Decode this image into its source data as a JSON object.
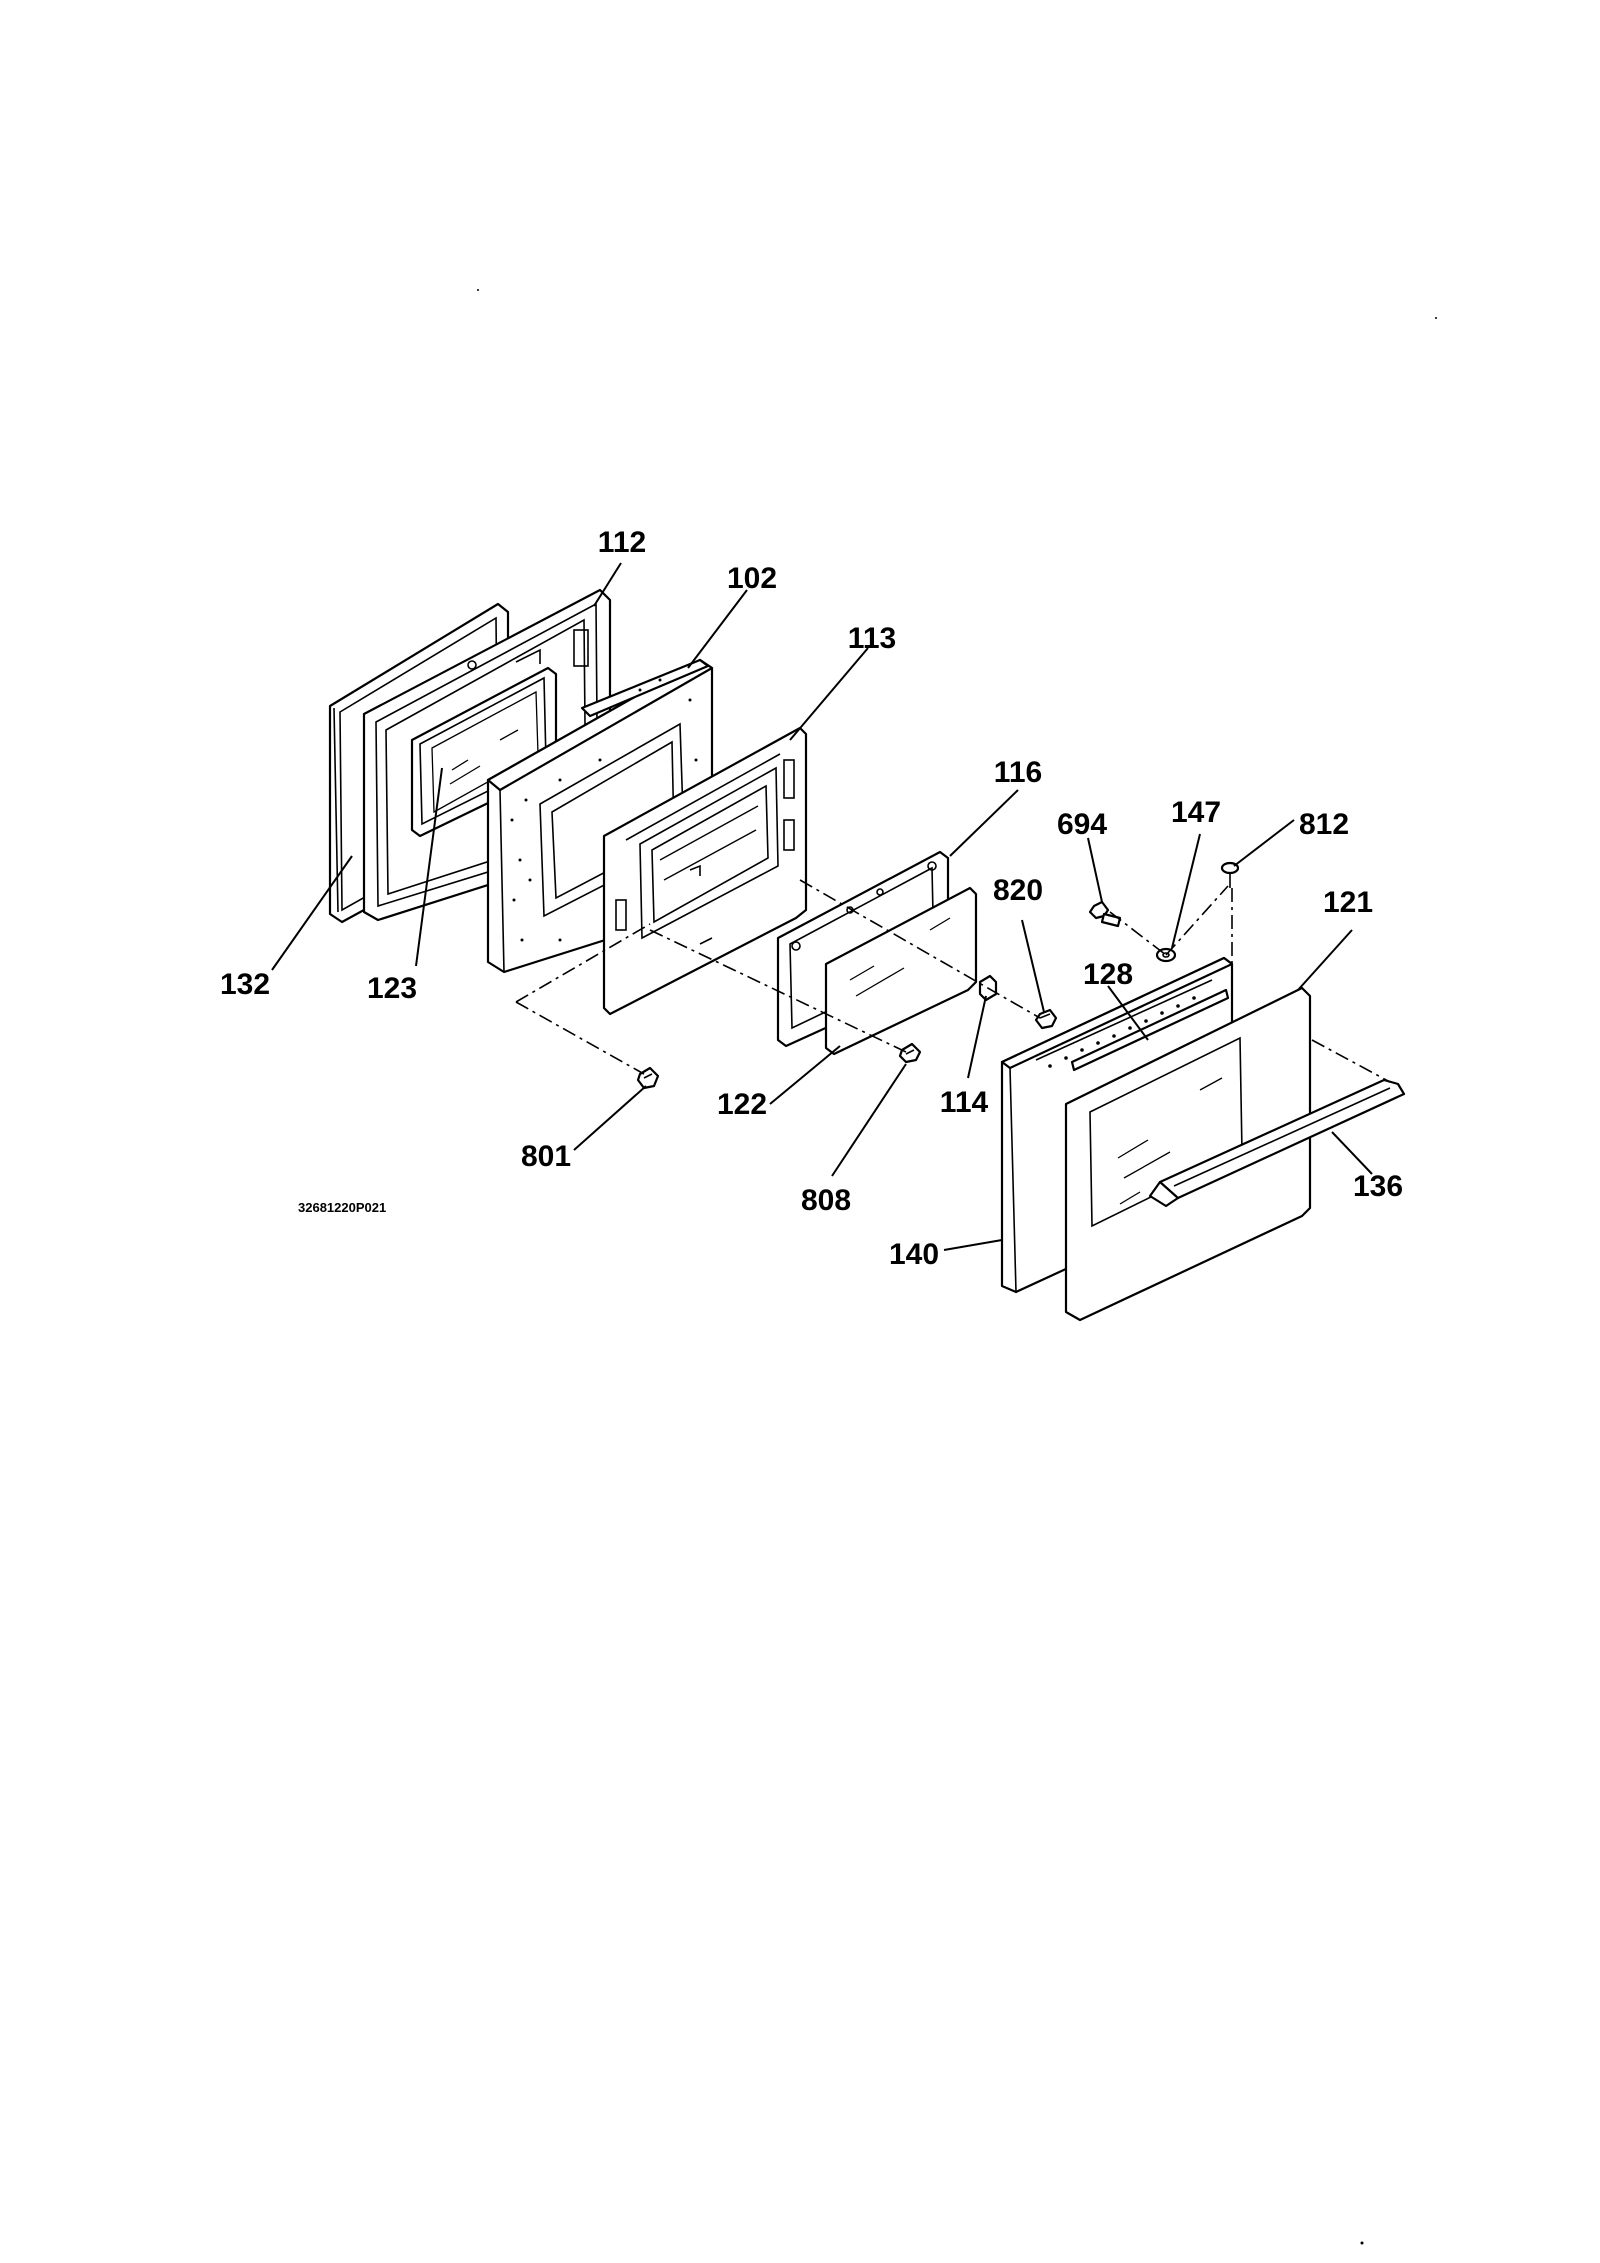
{
  "diagram_code": "32681220P021",
  "callouts": [
    {
      "id": "112",
      "text": "112"
    },
    {
      "id": "102",
      "text": "102"
    },
    {
      "id": "113",
      "text": "113"
    },
    {
      "id": "116",
      "text": "116"
    },
    {
      "id": "694",
      "text": "694"
    },
    {
      "id": "147",
      "text": "147"
    },
    {
      "id": "812",
      "text": "812"
    },
    {
      "id": "820",
      "text": "820"
    },
    {
      "id": "121",
      "text": "121"
    },
    {
      "id": "128",
      "text": "128"
    },
    {
      "id": "132",
      "text": "132"
    },
    {
      "id": "123",
      "text": "123"
    },
    {
      "id": "122",
      "text": "122"
    },
    {
      "id": "114",
      "text": "114"
    },
    {
      "id": "801",
      "text": "801"
    },
    {
      "id": "808",
      "text": "808"
    },
    {
      "id": "136",
      "text": "136"
    },
    {
      "id": "140",
      "text": "140"
    }
  ]
}
